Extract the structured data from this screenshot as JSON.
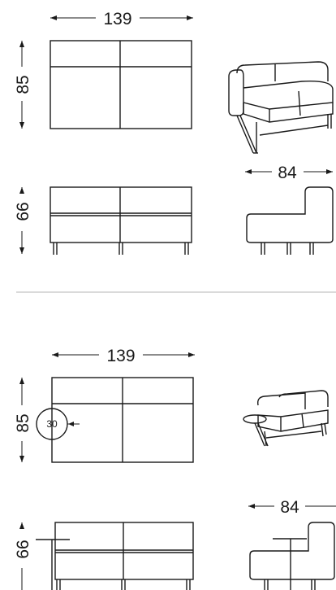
{
  "top_variant": {
    "plan": {
      "width_dim": "139",
      "depth_dim": "85"
    },
    "front": {
      "height_dim": "66"
    },
    "side": {
      "depth_dim": "84"
    }
  },
  "bottom_variant": {
    "plan": {
      "width_dim": "139",
      "depth_dim": "85",
      "table_dim": "30"
    },
    "front": {
      "height_dim": "66"
    },
    "side": {
      "depth_dim": "84"
    }
  }
}
